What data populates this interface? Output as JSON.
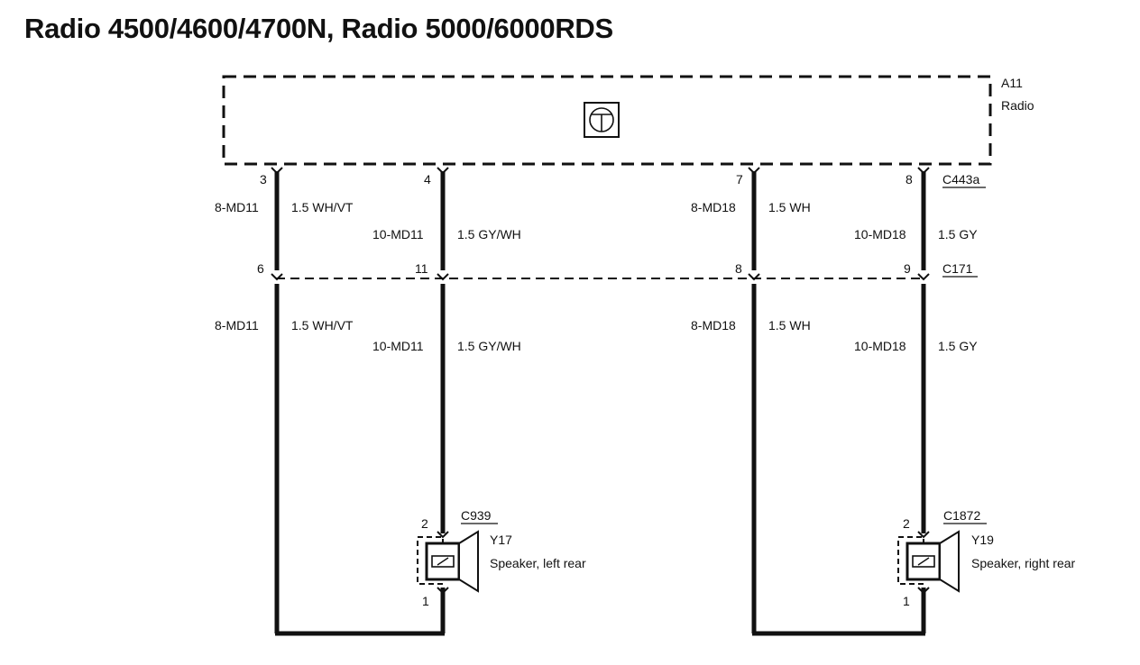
{
  "title": "Radio 4500/4600/4700N, Radio 5000/6000RDS",
  "radio": {
    "ref": "A11",
    "name": "Radio",
    "icon": "speaker-symbol-icon"
  },
  "connectors": {
    "c443a": "C443a",
    "c171": "C171",
    "c939": "C939",
    "c1872": "C1872"
  },
  "pins": {
    "upper": [
      "3",
      "4",
      "7",
      "8"
    ],
    "lower": [
      "6",
      "11",
      "8",
      "9"
    ],
    "left_speaker": [
      "2",
      "1"
    ],
    "right_speaker": [
      "2",
      "1"
    ]
  },
  "wires": {
    "w1": {
      "circuit": "8-MD11",
      "spec": "1.5 WH/VT"
    },
    "w2": {
      "circuit": "10-MD11",
      "spec": "1.5 GY/WH"
    },
    "w3": {
      "circuit": "8-MD18",
      "spec": "1.5 WH"
    },
    "w4": {
      "circuit": "10-MD18",
      "spec": "1.5 GY"
    }
  },
  "speakers": {
    "left": {
      "ref": "Y17",
      "name": "Speaker, left rear"
    },
    "right": {
      "ref": "Y19",
      "name": "Speaker, right rear"
    }
  }
}
